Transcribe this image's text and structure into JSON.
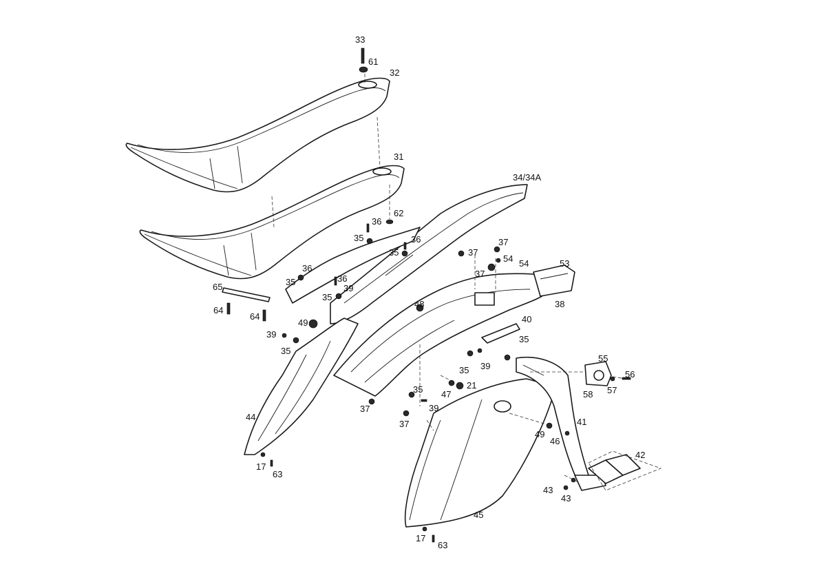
{
  "callouts": {
    "c33": "33",
    "c61": "61",
    "c32": "32",
    "c31": "31",
    "c34": "34/34A",
    "c62": "62",
    "c36a": "36",
    "c35a": "35",
    "c36b": "36",
    "c35b": "35",
    "c36c": "36",
    "c35c": "35",
    "c36d": "36",
    "c39a": "39",
    "c35d": "35",
    "c65": "65",
    "c64a": "64",
    "c64b": "64",
    "c37a": "37",
    "c37b": "37",
    "c54a": "54",
    "c54b": "54",
    "c37c": "37",
    "c53": "53",
    "c38": "38",
    "c48": "48",
    "c49a": "49",
    "c40": "40",
    "c39b": "39",
    "c35e": "35",
    "c35f": "35",
    "c35g": "35",
    "c39c": "39",
    "c55": "55",
    "c56": "56",
    "c57": "57",
    "c58": "58",
    "c35h": "35",
    "c47": "47",
    "c21": "21",
    "c39d": "39",
    "c37d": "37",
    "c37e": "37",
    "c44": "44",
    "c41": "41",
    "c49b": "49",
    "c46": "46",
    "c42": "42",
    "c43a": "43",
    "c43b": "43",
    "c45": "45",
    "c17a": "17",
    "c63a": "63",
    "c17b": "17",
    "c63b": "63"
  },
  "colors": {
    "line": "#1a1a1a",
    "background": "#ffffff"
  }
}
